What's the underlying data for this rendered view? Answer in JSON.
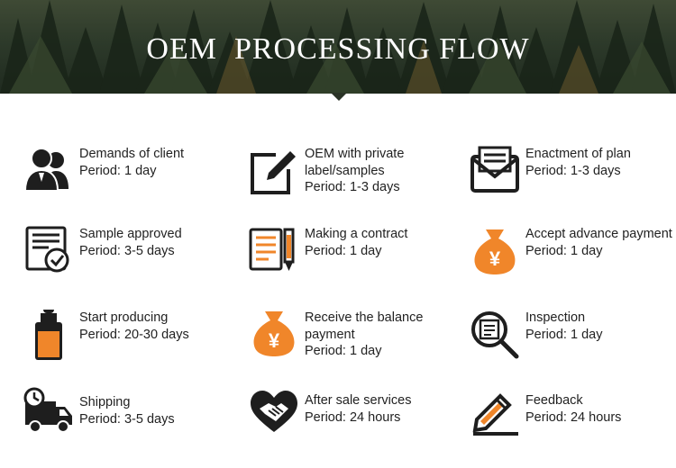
{
  "title": "OEM  PROCESSING FLOW",
  "colors": {
    "accent": "#f0862a",
    "ink": "#222222"
  },
  "steps": [
    {
      "name": "Demands of client",
      "period": "Period: 1 day",
      "icon": "clients-icon"
    },
    {
      "name": "OEM with private label/samples",
      "period": "Period: 1-3 days",
      "icon": "edit-icon"
    },
    {
      "name": "Enactment of plan",
      "period": "Period: 1-3 days",
      "icon": "envelope-icon"
    },
    {
      "name": "Sample approved",
      "period": "Period: 3-5 days",
      "icon": "certificate-icon"
    },
    {
      "name": "Making a contract",
      "period": "Period: 1 day",
      "icon": "contract-icon"
    },
    {
      "name": "Accept advance payment",
      "period": "Period: 1 day",
      "icon": "money-bag-icon"
    },
    {
      "name": "Start producing",
      "period": "Period: 20-30 days",
      "icon": "dropper-bottle-icon"
    },
    {
      "name": "Receive the balance payment",
      "period": "Period: 1 day",
      "icon": "money-bag-icon"
    },
    {
      "name": "Inspection",
      "period": "Period: 1 day",
      "icon": "magnifier-icon"
    },
    {
      "name": "Shipping",
      "period": "Period: 3-5 days",
      "icon": "delivery-truck-icon"
    },
    {
      "name": "After sale services",
      "period": "Period: 24 hours",
      "icon": "handshake-heart-icon"
    },
    {
      "name": "Feedback",
      "period": "Period: 24 hours",
      "icon": "feedback-pen-icon"
    }
  ]
}
